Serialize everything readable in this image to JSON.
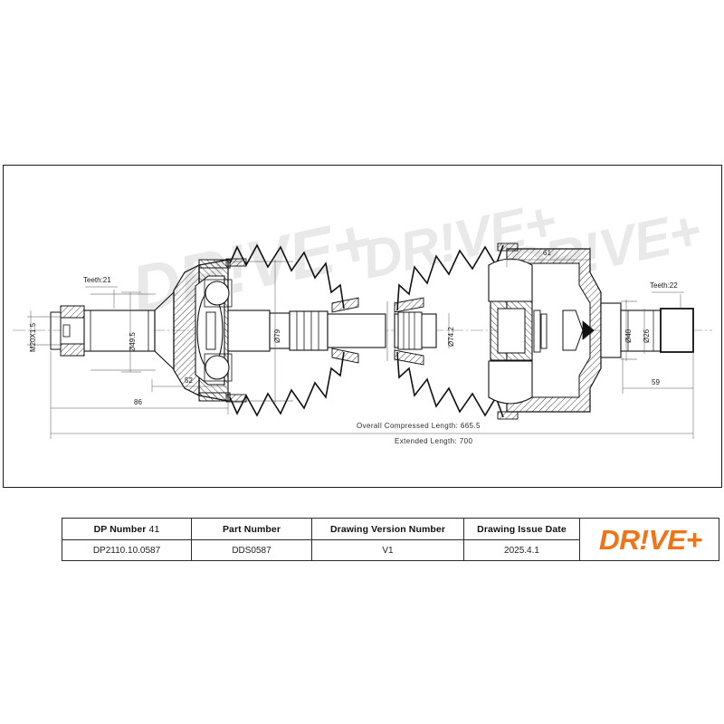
{
  "document": {
    "type": "technical-engineering-drawing",
    "subject": "Drive shaft / CV joint assembly"
  },
  "brand": {
    "logo_text": "DR!VE+",
    "logo_color": "#F07318",
    "watermark_text": "DR!VE+"
  },
  "title_block": {
    "columns": [
      {
        "header": "DP Number",
        "header_suffix": "41",
        "value": "DP2110.10.0587"
      },
      {
        "header": "Part Number",
        "header_suffix": "",
        "value": "DDS0587"
      },
      {
        "header": "Drawing Version Number",
        "header_suffix": "",
        "value": "V1"
      },
      {
        "header": "Drawing Issue Date",
        "header_suffix": "",
        "value": "2025.4.1"
      }
    ]
  },
  "drawing": {
    "annotations": {
      "thread_left": "M20X1.5",
      "teeth_left": "Teeth:21",
      "dia_spline_left": "Ø49.5",
      "dia_joint_left": "Ø79",
      "len_52": "52",
      "len_86": "86",
      "dia_shaft_mid": "Ø74.2",
      "len_61": "61",
      "dia_40": "Ø40",
      "dia_26": "Ø26",
      "teeth_right": "Teeth:22",
      "len_59": "59",
      "overall_compressed": "Overall  Compressed  Length: 665.5",
      "extended": "Extended  Length: 700"
    }
  }
}
